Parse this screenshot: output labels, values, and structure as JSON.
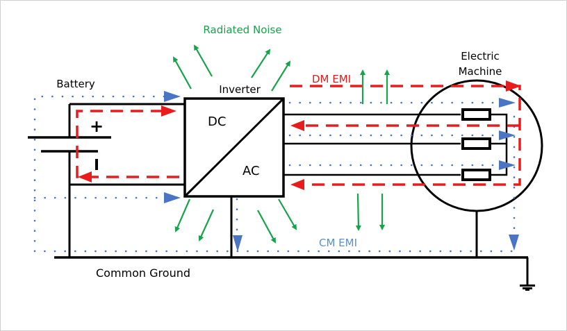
{
  "diagram": {
    "labels": {
      "radiated_noise": "Radiated Noise",
      "battery": "Battery",
      "inverter": "Inverter",
      "dc": "DC",
      "ac": "AC",
      "dm_emi": "DM EMI",
      "cm_emi": "CM EMI",
      "electric_machine_line1": "Electric",
      "electric_machine_line2": "Machine",
      "common_ground": "Common Ground",
      "battery_plus": "+",
      "battery_minus": "I"
    },
    "colors": {
      "wire": "#000000",
      "dm_emi": "#e81c1c",
      "cm_emi": "#4a74c4",
      "radiated": "#16a34a",
      "cm_label": "#5b8fc9"
    },
    "components": [
      "Battery",
      "Inverter",
      "Electric Machine",
      "Common Ground"
    ],
    "legend": {
      "dm_path": "DM EMI (red dashed)",
      "cm_path": "CM EMI (blue dotted)",
      "radiated_path": "Radiated Noise (green arrows)"
    }
  }
}
